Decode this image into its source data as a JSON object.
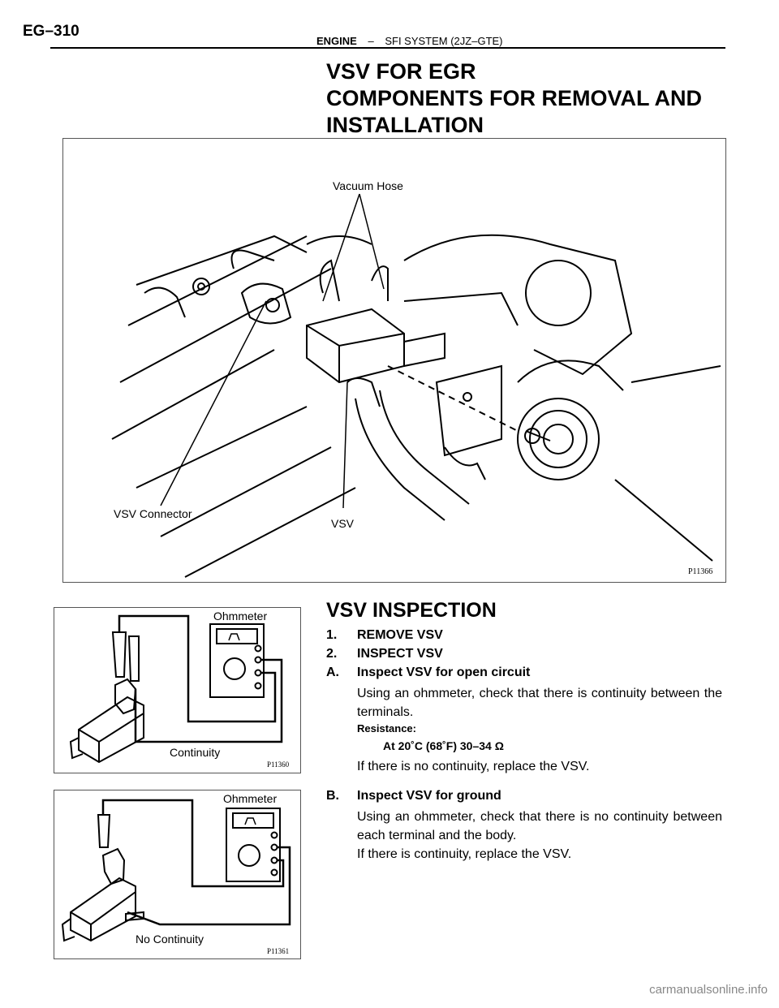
{
  "header": {
    "page_number": "EG–310",
    "section": "ENGINE",
    "separator": "–",
    "subsection": "SFI SYSTEM (2JZ–GTE)"
  },
  "title": {
    "line1": "VSV FOR EGR",
    "line2": "COMPONENTS FOR REMOVAL AND",
    "line3": "INSTALLATION"
  },
  "figure1": {
    "label_vacuum_hose": "Vacuum Hose",
    "label_vsv_connector": "VSV Connector",
    "label_vsv": "VSV",
    "code": "P11366"
  },
  "figure2": {
    "label_ohmmeter": "Ohmmeter",
    "label_continuity": "Continuity",
    "code": "P11360"
  },
  "figure3": {
    "label_ohmmeter": "Ohmmeter",
    "label_no_continuity": "No Continuity",
    "code": "P11361"
  },
  "inspection": {
    "title": "VSV INSPECTION",
    "step1_num": "1.",
    "step1": "REMOVE VSV",
    "step2_num": "2.",
    "step2": "INSPECT VSV",
    "stepA_num": "A.",
    "stepA": "Inspect VSV for open circuit",
    "stepA_text": "Using an ohmmeter, check that there is continuity between the terminals.",
    "resistance_label": "Resistance:",
    "resistance_value": "At 20˚C (68˚F) 30–34 Ω",
    "stepA_note": "If there is no continuity, replace the VSV.",
    "stepB_num": "B.",
    "stepB": "Inspect VSV for ground",
    "stepB_text": "Using an ohmmeter, check that there is no continuity between each terminal and the body.",
    "stepB_note": "If there is continuity, replace the VSV."
  },
  "watermark": "carmanualsonline.info"
}
